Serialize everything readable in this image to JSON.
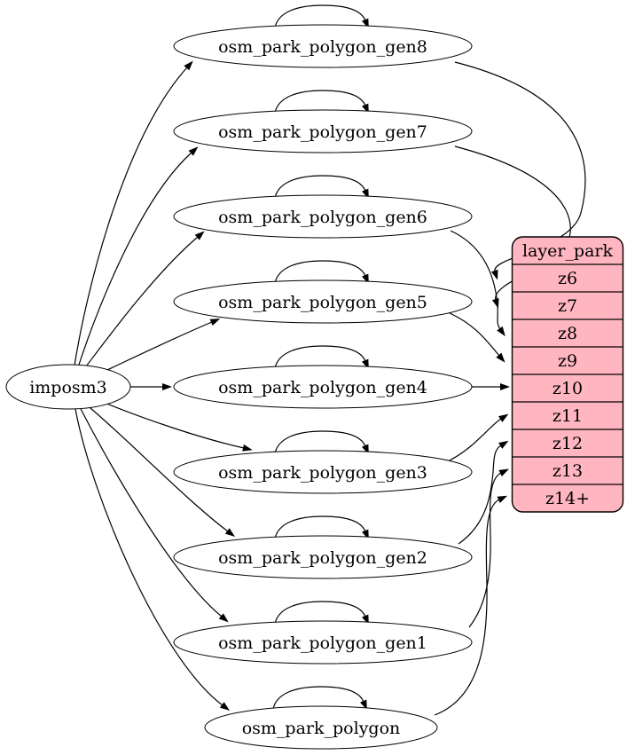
{
  "diagram": {
    "type": "dependency-graph",
    "source": {
      "label": "imposm3"
    },
    "tables": [
      {
        "label": "osm_park_polygon_gen8"
      },
      {
        "label": "osm_park_polygon_gen7"
      },
      {
        "label": "osm_park_polygon_gen6"
      },
      {
        "label": "osm_park_polygon_gen5"
      },
      {
        "label": "osm_park_polygon_gen4"
      },
      {
        "label": "osm_park_polygon_gen3"
      },
      {
        "label": "osm_park_polygon_gen2"
      },
      {
        "label": "osm_park_polygon_gen1"
      },
      {
        "label": "osm_park_polygon"
      }
    ],
    "layer": {
      "title": "layer_park",
      "rows": [
        "z6",
        "z7",
        "z8",
        "z9",
        "z10",
        "z11",
        "z12",
        "z13",
        "z14+"
      ]
    },
    "edges": [
      {
        "from": "imposm3",
        "to": "osm_park_polygon_gen8"
      },
      {
        "from": "imposm3",
        "to": "osm_park_polygon_gen7"
      },
      {
        "from": "imposm3",
        "to": "osm_park_polygon_gen6"
      },
      {
        "from": "imposm3",
        "to": "osm_park_polygon_gen5"
      },
      {
        "from": "imposm3",
        "to": "osm_park_polygon_gen4"
      },
      {
        "from": "imposm3",
        "to": "osm_park_polygon_gen3"
      },
      {
        "from": "imposm3",
        "to": "osm_park_polygon_gen2"
      },
      {
        "from": "imposm3",
        "to": "osm_park_polygon_gen1"
      },
      {
        "from": "imposm3",
        "to": "osm_park_polygon"
      },
      {
        "from": "osm_park_polygon_gen8",
        "to": "osm_park_polygon_gen8"
      },
      {
        "from": "osm_park_polygon_gen7",
        "to": "osm_park_polygon_gen7"
      },
      {
        "from": "osm_park_polygon_gen6",
        "to": "osm_park_polygon_gen6"
      },
      {
        "from": "osm_park_polygon_gen5",
        "to": "osm_park_polygon_gen5"
      },
      {
        "from": "osm_park_polygon_gen4",
        "to": "osm_park_polygon_gen4"
      },
      {
        "from": "osm_park_polygon_gen3",
        "to": "osm_park_polygon_gen3"
      },
      {
        "from": "osm_park_polygon_gen2",
        "to": "osm_park_polygon_gen2"
      },
      {
        "from": "osm_park_polygon_gen1",
        "to": "osm_park_polygon_gen1"
      },
      {
        "from": "osm_park_polygon",
        "to": "osm_park_polygon"
      },
      {
        "from": "osm_park_polygon_gen8",
        "to": "layer_park:z6"
      },
      {
        "from": "osm_park_polygon_gen7",
        "to": "layer_park:z7"
      },
      {
        "from": "osm_park_polygon_gen6",
        "to": "layer_park:z8"
      },
      {
        "from": "osm_park_polygon_gen5",
        "to": "layer_park:z9"
      },
      {
        "from": "osm_park_polygon_gen4",
        "to": "layer_park:z10"
      },
      {
        "from": "osm_park_polygon_gen3",
        "to": "layer_park:z11"
      },
      {
        "from": "osm_park_polygon_gen2",
        "to": "layer_park:z12"
      },
      {
        "from": "osm_park_polygon_gen1",
        "to": "layer_park:z13"
      },
      {
        "from": "osm_park_polygon",
        "to": "layer_park:z14+"
      }
    ],
    "colors": {
      "layer_fill": "#FFB6C1",
      "node_fill": "#FFFFFF",
      "stroke": "#000000"
    }
  }
}
